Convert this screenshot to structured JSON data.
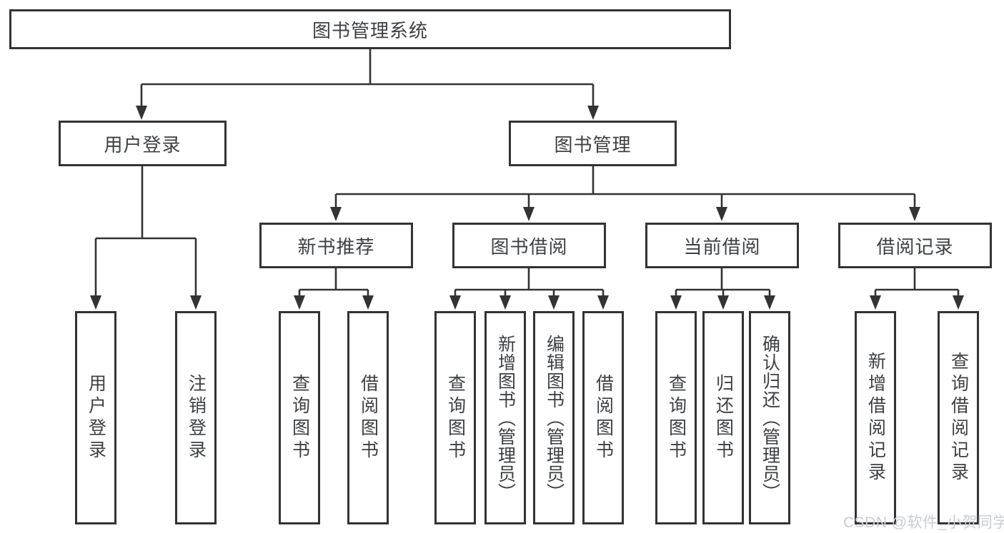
{
  "tree": {
    "root": {
      "label": "图书管理系统"
    },
    "children": [
      {
        "label": "用户登录",
        "children": [
          {
            "label": "用户登录"
          },
          {
            "label": "注销登录"
          }
        ]
      },
      {
        "label": "图书管理",
        "children": [
          {
            "label": "新书推荐",
            "children": [
              {
                "label": "查询图书"
              },
              {
                "label": "借阅图书"
              }
            ]
          },
          {
            "label": "图书借阅",
            "children": [
              {
                "label": "查询图书"
              },
              {
                "label": "新增图书（管理员）"
              },
              {
                "label": "编辑图书（管理员）"
              },
              {
                "label": "借阅图书"
              }
            ]
          },
          {
            "label": "当前借阅",
            "children": [
              {
                "label": "查询图书"
              },
              {
                "label": "归还图书"
              },
              {
                "label": "确认归还（管理员）"
              }
            ]
          },
          {
            "label": "借阅记录",
            "children": [
              {
                "label": "新增借阅记录"
              },
              {
                "label": "查询借阅记录"
              }
            ]
          }
        ]
      }
    ]
  },
  "watermark": {
    "text": "CSDN @软件_小贺同学"
  },
  "colors": {
    "line": "#333333",
    "box_border": "#333333",
    "text": "#3d4043",
    "watermark": "#c9ccd2",
    "background": "#ffffff"
  }
}
